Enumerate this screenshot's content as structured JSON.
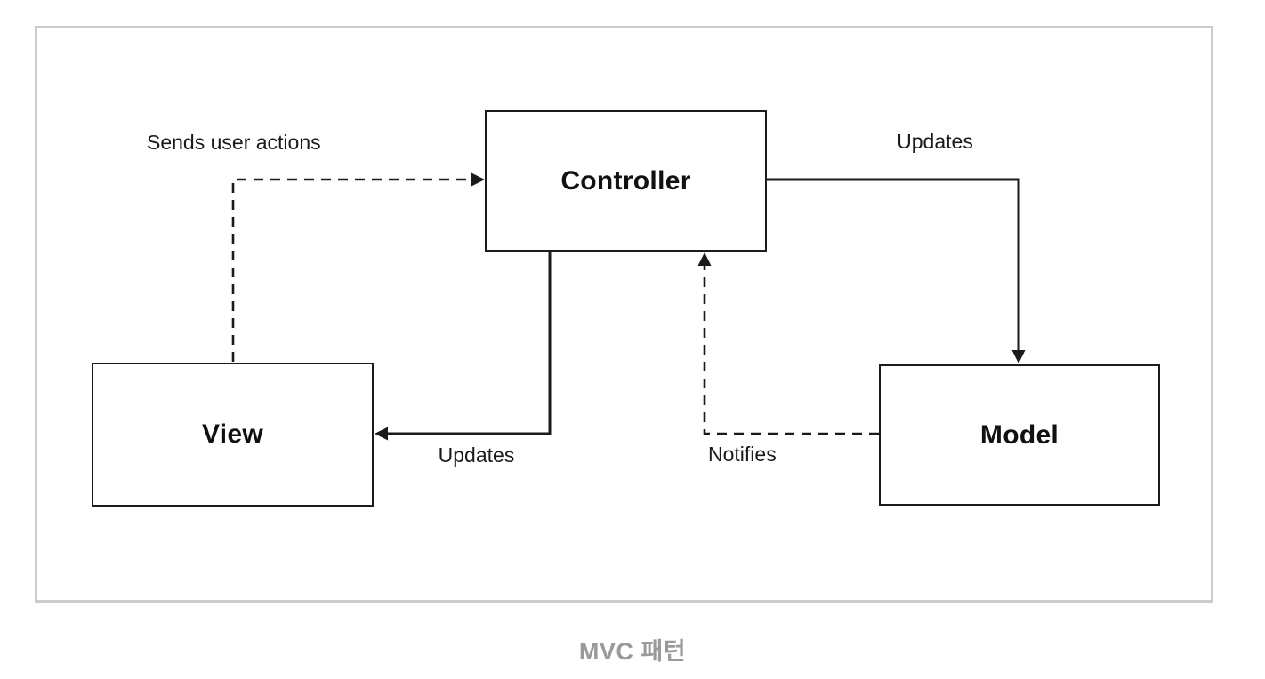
{
  "diagram": {
    "caption": "MVC 패턴",
    "nodes": [
      {
        "id": "controller",
        "label": "Controller"
      },
      {
        "id": "view",
        "label": "View"
      },
      {
        "id": "model",
        "label": "Model"
      }
    ],
    "edges": [
      {
        "from": "view",
        "to": "controller",
        "label": "Sends user actions",
        "style": "dashed"
      },
      {
        "from": "controller",
        "to": "model",
        "label": "Updates",
        "style": "solid"
      },
      {
        "from": "controller",
        "to": "view",
        "label": "Updates",
        "style": "solid"
      },
      {
        "from": "model",
        "to": "controller",
        "label": "Notifies",
        "style": "dashed"
      }
    ]
  },
  "colors": {
    "line": "#1a1a1a",
    "node_border": "#1c1c1c",
    "frame_border": "#cccccc",
    "caption_text": "#9a9a9a",
    "background": "#ffffff"
  }
}
